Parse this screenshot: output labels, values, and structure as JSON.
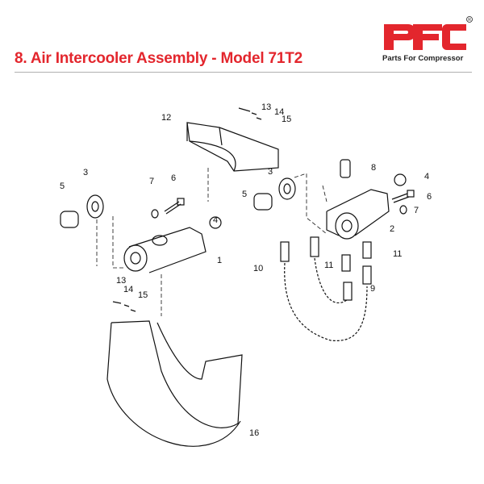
{
  "header": {
    "title": "8. Air Intercooler Assembly - Model 71T2",
    "logo_mark": "PFC",
    "logo_tagline": "Parts For Compressor",
    "brand_color": "#e3262d"
  },
  "diagram": {
    "callouts": [
      "12",
      "13",
      "14",
      "15",
      "8",
      "3",
      "3",
      "7",
      "7",
      "6",
      "6",
      "5",
      "5",
      "4",
      "4",
      "2",
      "1",
      "11",
      "11",
      "10",
      "9",
      "13",
      "14",
      "15",
      "16"
    ]
  }
}
